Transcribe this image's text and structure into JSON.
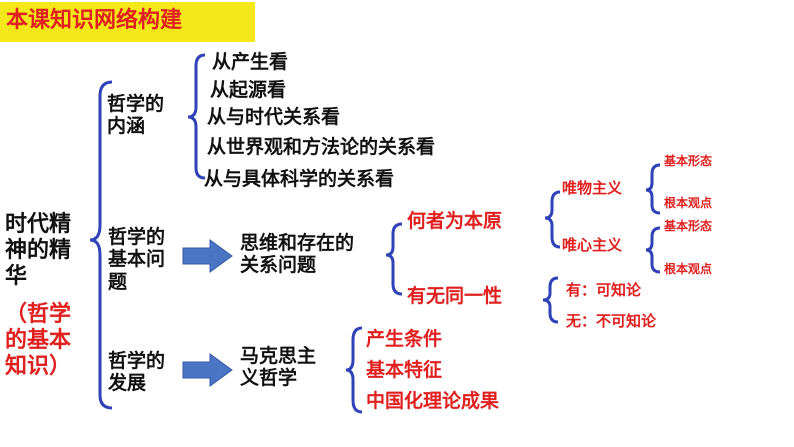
{
  "title": "本课知识网络构建",
  "root": {
    "lines": [
      "时代精",
      "神的精",
      "华"
    ],
    "sub_lines": [
      "（哲学",
      "的基本",
      "知识）"
    ]
  },
  "sections": [
    {
      "label_lines": [
        "哲学的",
        "内涵"
      ],
      "items": [
        "从产生看",
        "从起源看",
        "从与时代关系看",
        "从世界观和方法论的关系看",
        "从与具体科学的关系看"
      ]
    },
    {
      "label_lines": [
        "哲学的",
        "基本问",
        "题"
      ],
      "target_lines": [
        "思维和存在的",
        "关系问题"
      ],
      "branches": [
        {
          "label": "何者为本原",
          "children": [
            {
              "label": "唯物主义",
              "leaves": [
                "基本形态",
                "根本观点"
              ]
            },
            {
              "label": "唯心主义",
              "leaves": [
                "基本形态",
                "根本观点"
              ]
            }
          ]
        },
        {
          "label": "有无同一性",
          "leaves": [
            "有：可知论",
            "无：不可知论"
          ]
        }
      ]
    },
    {
      "label_lines": [
        "哲学的",
        "发展"
      ],
      "target_lines": [
        "马克思主",
        "义哲学"
      ],
      "items": [
        "产生条件",
        "基本特征",
        "中国化理论成果"
      ]
    }
  ],
  "colors": {
    "title_bg": "#f5e81a",
    "red": "#e0201f",
    "brace": "#2f42b8",
    "arrow": "#4a74c4"
  }
}
